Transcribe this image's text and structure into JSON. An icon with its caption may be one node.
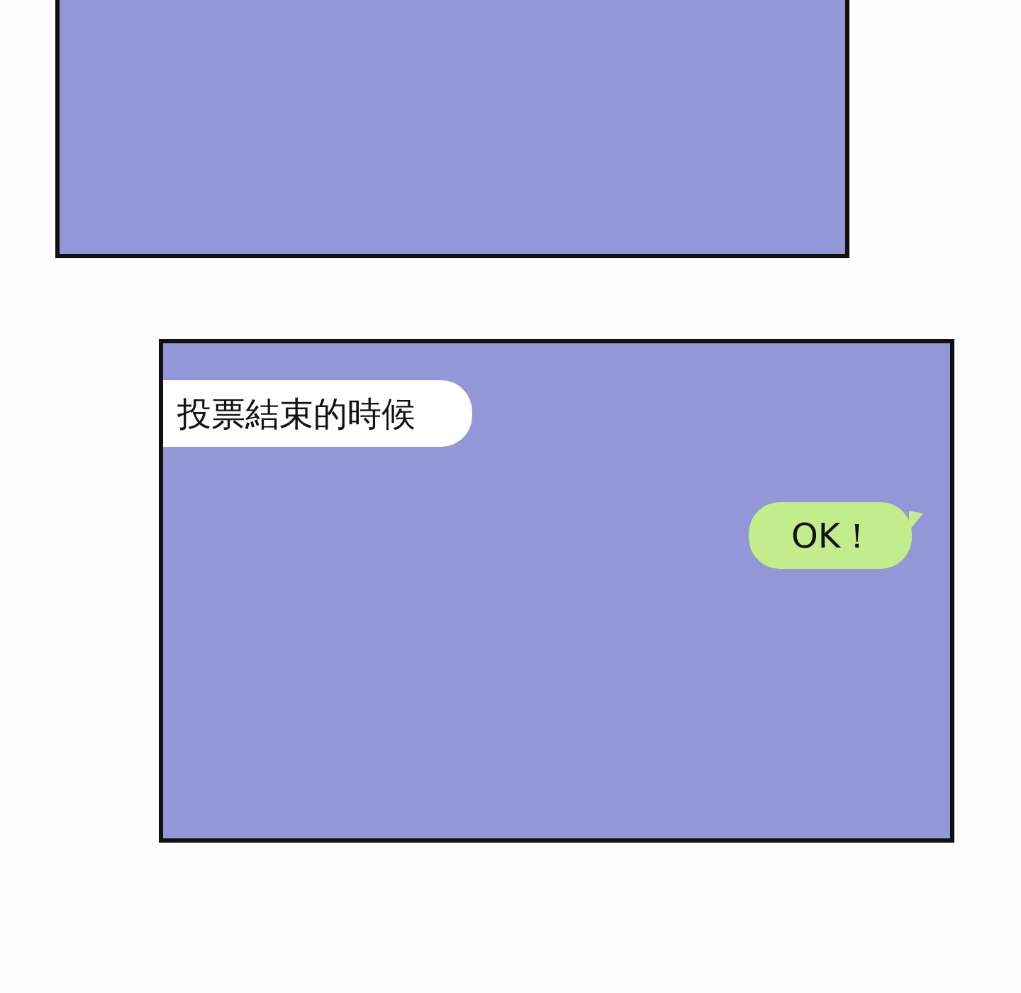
{
  "diagram": {
    "nodes": [
      {
        "text": [],
        "shape": "box"
      },
      {
        "text": [],
        "shape": "box"
      },
      {
        "text": [
          "投票結束的時候"
        ],
        "in": 1
      },
      {
        "text": [
          "OK！"
        ],
        "in": 1
      }
    ]
  }
}
